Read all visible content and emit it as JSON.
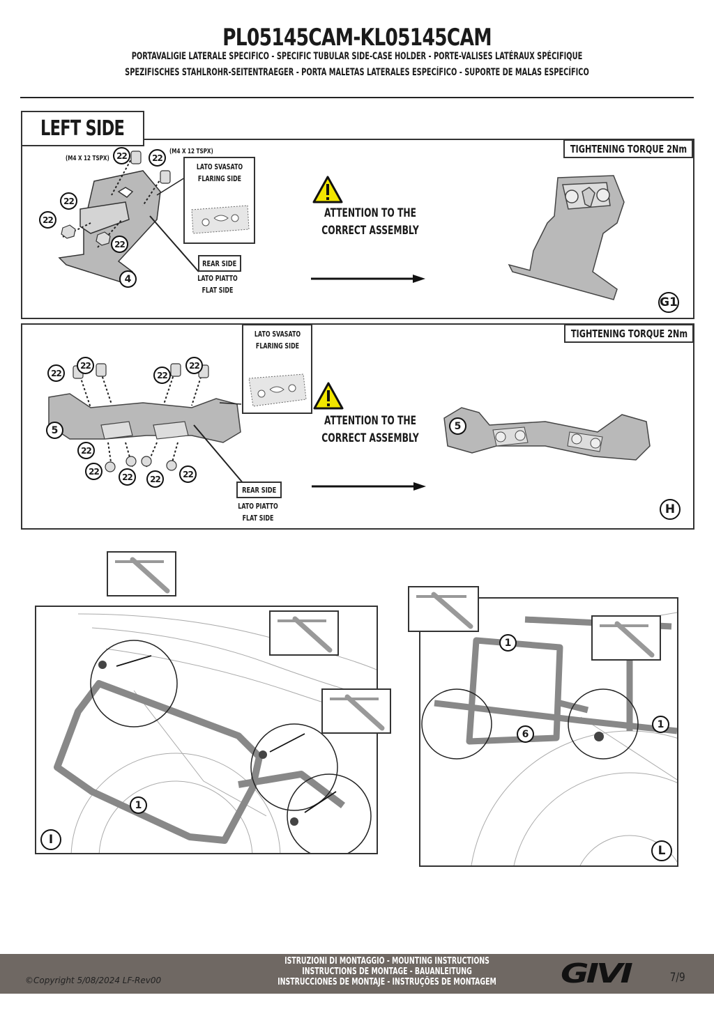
{
  "header": {
    "title": "PL05145CAM-KL05145CAM",
    "subtitle_line1": "PORTAVALIGIE LATERALE SPECIFICO  -  SPECIFIC TUBULAR SIDE-CASE HOLDER  - PORTE-VALISES LATÉRAUX SPÉCIFIQUE",
    "subtitle_line2": "SPEZIFISCHES STAHLROHR-SEITENTRAEGER - PORTA MALETAS LATERALES ESPECÍFICO - SUPORTE DE MALAS ESPECÍFICO"
  },
  "section_label": "LEFT SIDE",
  "step_g1": {
    "badge": "G1",
    "torque": "TIGHTENING TORQUE 2Nm",
    "spec_left": "(M4 X 12 TSPX)",
    "spec_right": "(M4 X 12 TSPX)",
    "flaring_line1": "LATO SVASATO",
    "flaring_line2": "FLARING SIDE",
    "rear_side": "REAR  SIDE",
    "flat_line1": "LATO PIATTO",
    "flat_line2": "FLAT SIDE",
    "attention_line1": "ATTENTION TO THE",
    "attention_line2": "CORRECT ASSEMBLY",
    "part_numbers": [
      "22",
      "22",
      "22",
      "22",
      "22",
      "4"
    ]
  },
  "step_h": {
    "badge": "H",
    "torque": "TIGHTENING TORQUE 2Nm",
    "flaring_line1": "LATO SVASATO",
    "flaring_line2": "FLARING SIDE",
    "rear_side": "REAR  SIDE",
    "flat_line1": "LATO PIATTO",
    "flat_line2": "FLAT SIDE",
    "attention_line1": "ATTENTION TO THE",
    "attention_line2": "CORRECT ASSEMBLY",
    "part_numbers": [
      "22",
      "22",
      "22",
      "22",
      "5",
      "22",
      "22",
      "22",
      "22",
      "22",
      "5"
    ]
  },
  "step_i": {
    "badge": "I",
    "part_numbers": [
      "1"
    ]
  },
  "step_l": {
    "badge": "L",
    "part_numbers": [
      "1",
      "6",
      "1"
    ]
  },
  "footer": {
    "copyright": "©Copyright 5/08/2024 LF-Rev00",
    "line1": "ISTRUZIONI DI MONTAGGIO  -  MOUNTING INSTRUCTIONS",
    "line2": "INSTRUCTIONS DE MONTAGE - BAUANLEITUNG",
    "line3": "INSTRUCCIONES DE MONTAJE - INSTRUÇÕES DE MONTAGEM",
    "brand": "GIVI",
    "page": "7/9"
  },
  "colors": {
    "warning_yellow": "#f2e600",
    "footer_bg": "#6f6863",
    "part_gray": "#b9b9b9"
  }
}
